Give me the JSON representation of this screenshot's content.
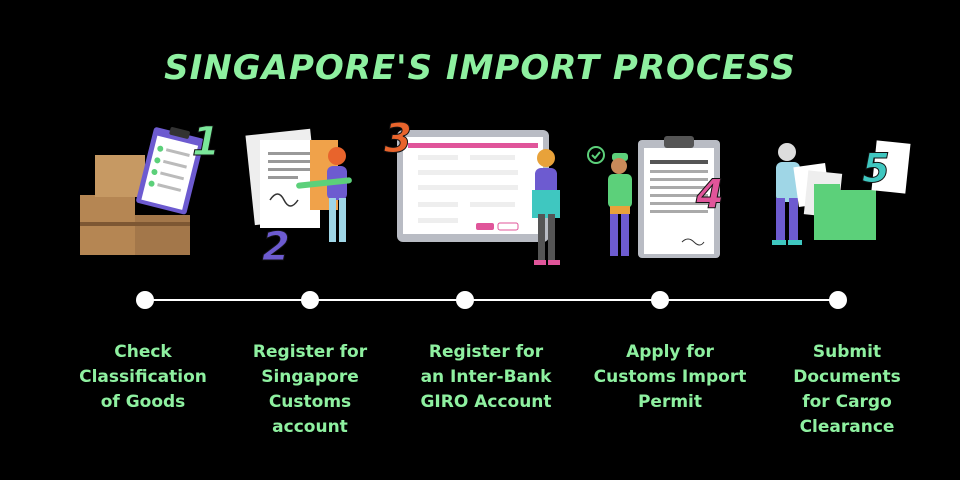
{
  "title": "SINGAPORE'S IMPORT PROCESS",
  "steps": [
    {
      "number": "1",
      "label_lines": [
        "Check",
        "Classification",
        "of Goods"
      ]
    },
    {
      "number": "2",
      "label_lines": [
        "Register for",
        "Singapore",
        "Customs",
        "account"
      ]
    },
    {
      "number": "3",
      "label_lines": [
        "Register for",
        "an Inter-Bank",
        "GIRO Account"
      ]
    },
    {
      "number": "4",
      "label_lines": [
        "Apply for",
        "Customs Import",
        "Permit"
      ]
    },
    {
      "number": "5",
      "label_lines": [
        "Submit",
        "Documents",
        "for Cargo",
        "Clearance"
      ]
    }
  ],
  "colors": {
    "accent": "#8ef0a0",
    "number_green": "#7be79a",
    "number_purple": "#6d5bd0",
    "number_orange": "#e8642c",
    "number_pink": "#e0559a",
    "number_teal": "#3fc7c0"
  }
}
